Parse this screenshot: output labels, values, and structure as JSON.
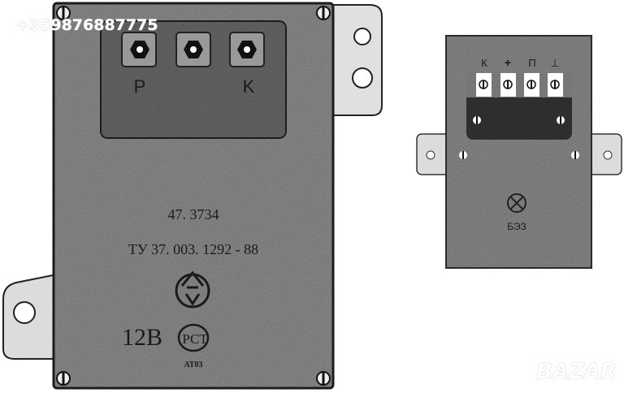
{
  "watermark": {
    "phone": "+359876887775",
    "logo": "BAZAR"
  },
  "relay_left": {
    "terminal_labels": [
      "P",
      "K"
    ],
    "model": "47. 3734",
    "spec": "ТУ 37. 003. 1292 - 88",
    "voltage": "12В",
    "cert_mark": "РСТ",
    "cert_code": "АТ03",
    "colors": {
      "body": "#8f8f8f",
      "panel": "#6a6a6a",
      "tab": "#dcdcdc"
    }
  },
  "relay_right": {
    "terminal_labels": [
      "К",
      "+",
      "П",
      "⊥"
    ],
    "lamp_label": "БЭЗ",
    "colors": {
      "body": "#8c8c8c",
      "block": "#2e2e2e",
      "terminal": "#ffffff"
    }
  }
}
